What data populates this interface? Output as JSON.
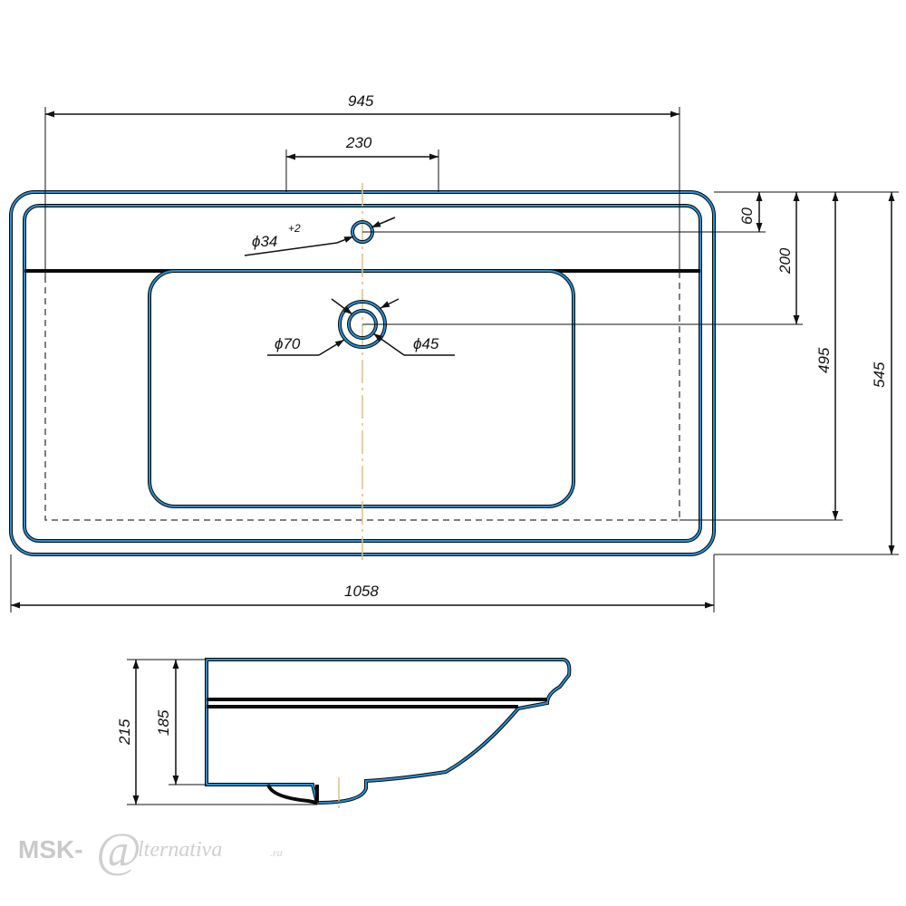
{
  "top_view": {
    "dimensions": {
      "overall_width_inner": "945",
      "tap_spacing": "230",
      "overall_width": "1058",
      "back_ledge": "60",
      "drain_offset": "200",
      "inner_depth": "495",
      "overall_depth": "545"
    },
    "holes": {
      "tap_hole": "ϕ34",
      "tap_hole_tolerance": "+2",
      "drain_outer": "ϕ70",
      "drain_inner": "ϕ45"
    }
  },
  "side_view": {
    "dimensions": {
      "total_height": "215",
      "bowl_height": "185"
    }
  },
  "watermark": {
    "prefix": "MSK-",
    "at": "@",
    "suffix": "lternativa",
    "tld": ".ru"
  }
}
